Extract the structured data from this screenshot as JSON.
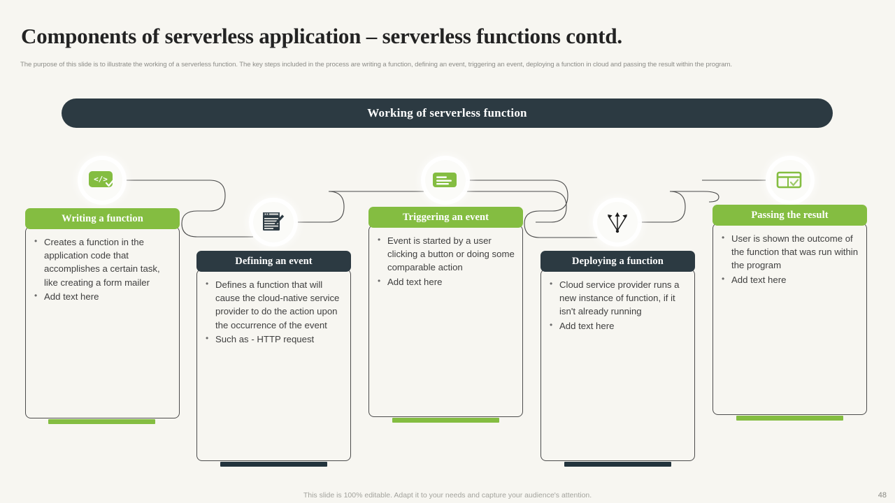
{
  "header": {
    "title": "Components of serverless application – serverless functions contd.",
    "subtitle": "The purpose of this slide is to illustrate the working of a serverless function. The key steps included in the process are writing a function, defining an event, triggering an event, deploying a function in cloud and passing the result within the program."
  },
  "banner": {
    "label": "Working of serverless function"
  },
  "colors": {
    "background": "#f7f6f1",
    "green": "#84bd41",
    "dark": "#2c3a42",
    "text": "#3f3f3f",
    "muted": "#8d8d88"
  },
  "steps": [
    {
      "id": "writing-a-function",
      "title": "Writing a function",
      "head_style": "green",
      "accent_style": "green",
      "icon": "code-check-icon",
      "bullets": [
        "Creates a function in the application code that accomplishes a certain task, like creating a form mailer",
        "Add text here"
      ]
    },
    {
      "id": "defining-an-event",
      "title": "Defining an event",
      "head_style": "dark",
      "accent_style": "dark",
      "icon": "document-pen-icon",
      "bullets": [
        "Defines a function that will cause the cloud-native service provider to do the action upon the occurrence of the event",
        "Such as - HTTP request"
      ]
    },
    {
      "id": "triggering-an-event",
      "title": "Triggering an event",
      "head_style": "green",
      "accent_style": "green",
      "icon": "list-card-icon",
      "bullets": [
        "Event is started by a user clicking a button or doing some comparable action",
        "Add text here"
      ]
    },
    {
      "id": "deploying-a-function",
      "title": "Deploying a function",
      "head_style": "dark",
      "accent_style": "dark",
      "icon": "branch-arrow-down-icon",
      "bullets": [
        "Cloud service provider runs a new instance of function, if it isn't already running",
        "Add text here"
      ]
    },
    {
      "id": "passing-the-result",
      "title": "Passing the result",
      "head_style": "green",
      "accent_style": "green",
      "icon": "checkbox-table-icon",
      "bullets": [
        "User is shown the outcome of the function that was run within the program",
        "Add text here"
      ]
    }
  ],
  "footer": {
    "note": "This slide is 100% editable. Adapt it to your needs and capture your audience's attention.",
    "page_number": "48"
  }
}
